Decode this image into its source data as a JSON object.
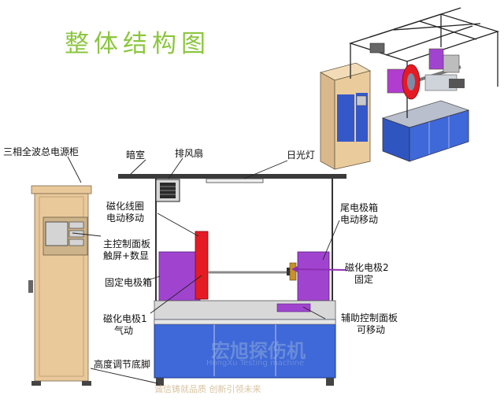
{
  "title": "整体结构图",
  "labels": {
    "power_cabinet": "三相全波总电源柜",
    "darkroom": "暗室",
    "exhaust_fan": "排风扇",
    "fluorescent_lamp": "日光灯",
    "coil_line1": "磁化线圈",
    "coil_line2": "电动移动",
    "panel_line1": "主控制面板",
    "panel_line2": "触屏+数显",
    "fixed_box": "固定电极箱",
    "electrode1_line1": "磁化电极1",
    "electrode1_line2": "气动",
    "foot": "高度调节底脚",
    "tail_line1": "尾电极箱",
    "tail_line2": "电动移动",
    "electrode2_line1": "磁化电极2",
    "electrode2_line2": "固定",
    "aux_line1": "辅助控制面板",
    "aux_line2": "可移动"
  },
  "watermark": {
    "brand": "宏旭探伤机",
    "brand_en": "HongXu Testing machine",
    "slogan": "诚信铸就品质 创新引领未来"
  },
  "colors": {
    "title": "#8cc63f",
    "cabinet": "#e9c99a",
    "machine_blue": "#3f68d8",
    "electrode_purple": "#a044d0",
    "coil_red": "#e51b24",
    "pointer": "#8e2fb0"
  }
}
